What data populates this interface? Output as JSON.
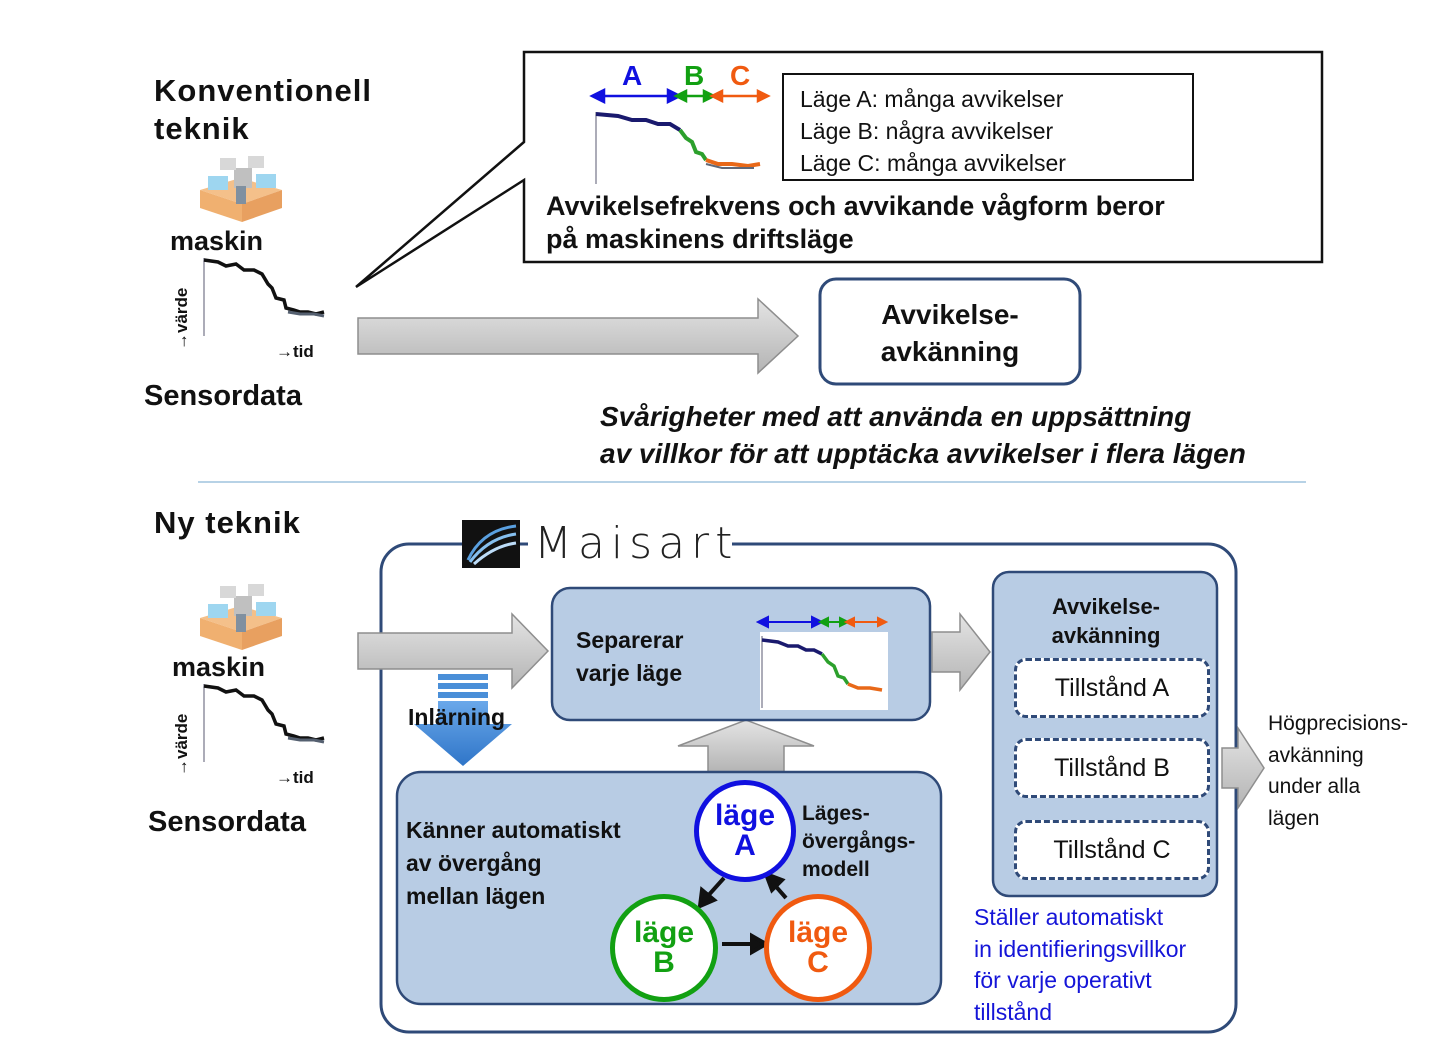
{
  "conventional": {
    "heading_line1": "Konventionell",
    "heading_line2": "teknik",
    "machine_label": "maskin",
    "axis_y": "→värde",
    "axis_x": "→tid",
    "sensor_label": "Sensordata",
    "callout": {
      "mode_a_letter": "A",
      "mode_b_letter": "B",
      "mode_c_letter": "C",
      "legend": [
        "Läge A: många avvikelser",
        "Läge B: några avvikelser",
        "Läge C: många avvikelser"
      ],
      "text_line1": "Avvikelsefrekvens och avvikande vågform beror",
      "text_line2": "på maskinens driftsläge"
    },
    "detection_line1": "Avvikelse-",
    "detection_line2": "avkänning",
    "difficulty_line1": "Svårigheter med att använda en uppsättning",
    "difficulty_line2": "av villkor för att upptäcka avvikelser i flera lägen"
  },
  "new": {
    "heading": "Ny teknik",
    "machine_label": "maskin",
    "axis_y": "→värde",
    "axis_x": "→tid",
    "sensor_label": "Sensordata",
    "brand": "Maisart",
    "learning_label": "Inlärning",
    "separate_line1": "Separerar",
    "separate_line2": "varje läge",
    "auto_line1": "Känner automatiskt",
    "auto_line2": "av övergång",
    "auto_line3": "mellan lägen",
    "model_line1": "Läges-",
    "model_line2": "övergångs-",
    "model_line3": "modell",
    "modes": [
      {
        "word": "läge",
        "letter": "A",
        "color": "#1010e0"
      },
      {
        "word": "läge",
        "letter": "B",
        "color": "#12a012"
      },
      {
        "word": "läge",
        "letter": "C",
        "color": "#f05a10"
      }
    ],
    "detection_line1": "Avvikelse-",
    "detection_line2": "avkänning",
    "states": [
      "Tillstånd A",
      "Tillstånd B",
      "Tillstånd C"
    ],
    "auto_cond_lines": [
      "Ställer automatiskt",
      "in identifieringsvillkor",
      "för varje operativt",
      "tillstånd"
    ],
    "output_lines": [
      "Högprecisions-",
      "avkänning",
      "under alla",
      "lägen"
    ]
  },
  "colors": {
    "panel_blue": "#b8cce4",
    "box_border": "#2f4a78",
    "mode_a": "#1010e0",
    "mode_b": "#12a012",
    "mode_c": "#f05a10",
    "arrow_gray": "#c8c8c8",
    "learning_arrow": "#4a8fd8"
  }
}
